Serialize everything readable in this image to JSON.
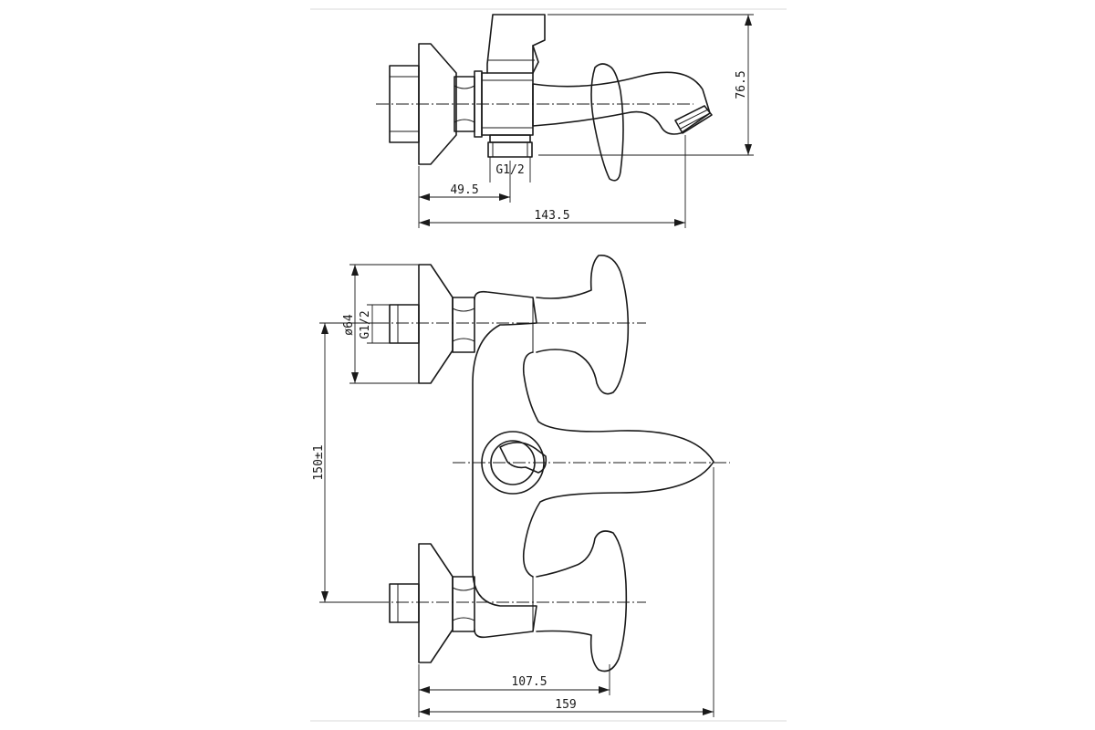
{
  "dimensions": {
    "side_height": "76.5",
    "side_inlet_offset": "49.5",
    "side_total_depth": "143.5",
    "side_outlet_thread": "G1/2",
    "front_flange_diameter": "ø64",
    "front_inlet_thread": "G1/2",
    "front_inlet_spacing": "150±1",
    "front_handle_depth": "107.5",
    "front_spout_depth": "159"
  }
}
